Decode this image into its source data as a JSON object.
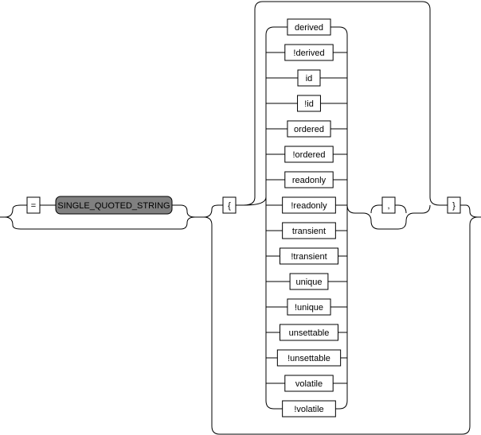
{
  "diagram": {
    "assign_symbol": "=",
    "value_nonterminal": "SINGLE_QUOTED_STRING",
    "open_brace": "{",
    "close_brace": "}",
    "separator": ",",
    "modifiers": [
      "derived",
      "!derived",
      "id",
      "!id",
      "ordered",
      "!ordered",
      "readonly",
      "!readonly",
      "transient",
      "!transient",
      "unique",
      "!unique",
      "unsettable",
      "!unsettable",
      "volatile",
      "!volatile"
    ],
    "colors": {
      "line": "#000000",
      "terminal_fill": "#ffffff",
      "nonterminal_fill": "#808080"
    }
  }
}
